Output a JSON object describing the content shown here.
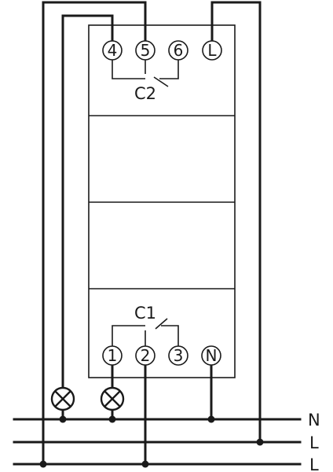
{
  "diagram": {
    "upper_contact": {
      "name": "C2",
      "terminals": [
        "4",
        "5",
        "6",
        "L"
      ]
    },
    "lower_contact": {
      "name": "C1",
      "terminals": [
        "1",
        "2",
        "3",
        "N"
      ]
    },
    "supply_lines": [
      "N",
      "L",
      "L"
    ]
  }
}
